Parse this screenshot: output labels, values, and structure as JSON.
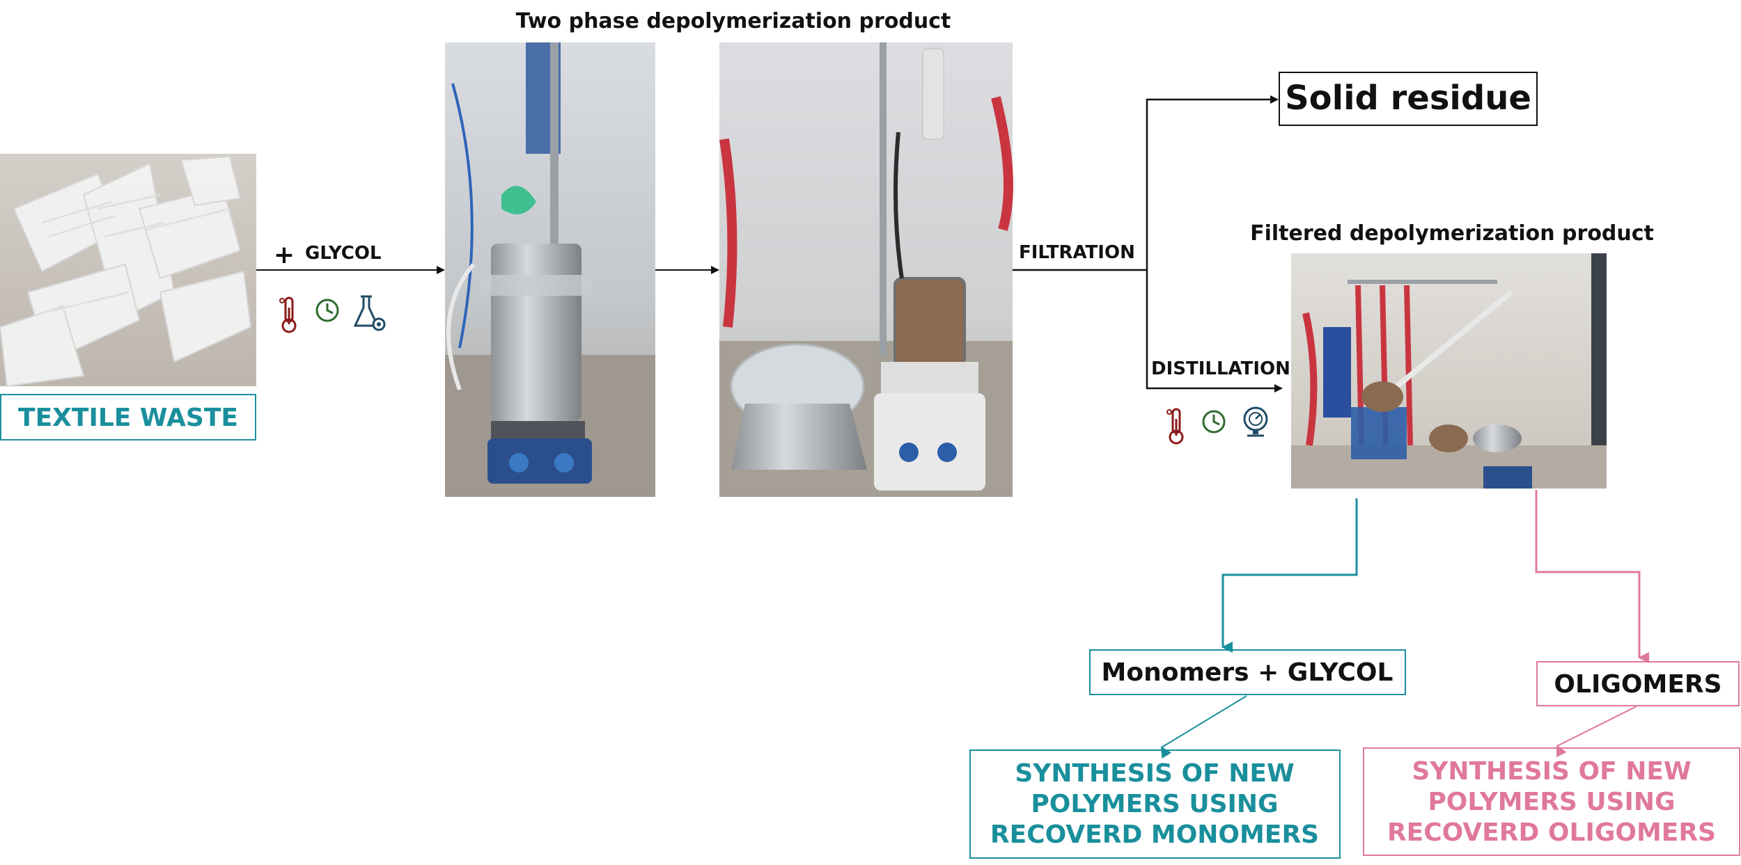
{
  "headings": {
    "two_phase": "Two phase depolymerization product",
    "filtered": "Filtered depolymerization product"
  },
  "inputs": {
    "textile_waste": "TEXTILE WASTE",
    "plus": "+",
    "glycol": "GLYCOL"
  },
  "steps": {
    "filtration": "FILTRATION",
    "distillation": "DISTILLATION"
  },
  "outputs": {
    "solid_residue": "Solid residue",
    "monomers": "Monomers + GLYCOL",
    "oligomers": "OLIGOMERS"
  },
  "synthesis": {
    "monomers_lines": [
      "SYNTHESIS OF NEW",
      "POLYMERS USING",
      "RECOVERD MONOMERS"
    ],
    "oligomers_lines": [
      "SYNTHESIS OF NEW",
      "POLYMERS USING",
      "RECOVERD OLIGOMERS"
    ]
  },
  "icons": {
    "reaction": [
      "thermometer-icon",
      "clock-icon",
      "flask-gear-icon"
    ],
    "distillation": [
      "thermometer-icon",
      "clock-icon",
      "pressure-gauge-icon"
    ]
  },
  "colors": {
    "teal": "#1a8f9c",
    "pink": "#e0789e",
    "black": "#111111",
    "thermometer": "#8b1a1a",
    "clock": "#2e6b2e",
    "flask": "#1f4a66",
    "gauge": "#1f4a66"
  }
}
